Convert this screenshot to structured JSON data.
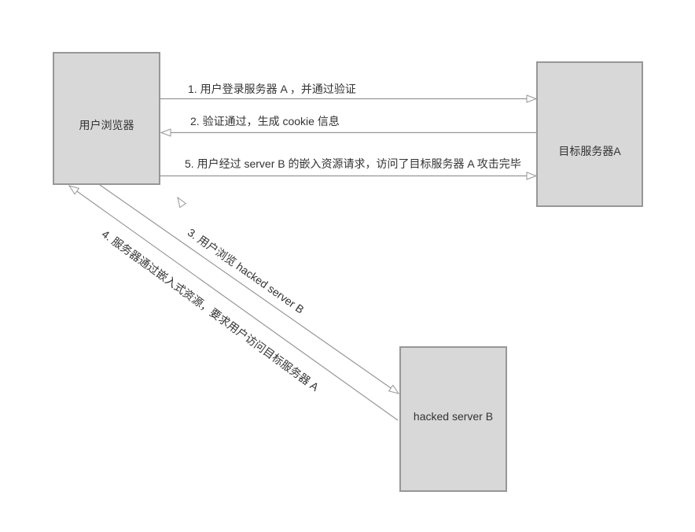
{
  "diagram": {
    "type": "sequence-flow",
    "background": "#ffffff",
    "colors": {
      "node_fill": "#d8d8d8",
      "node_border": "#979797",
      "arrow_line": "#979797",
      "arrowhead_fill": "#ffffff",
      "text": "#333333"
    },
    "nodes": [
      {
        "id": "user-browser",
        "label": "用户浏览器"
      },
      {
        "id": "target-server-a",
        "label": "目标服务器A"
      },
      {
        "id": "hacked-server-b",
        "label": "hacked server B"
      }
    ],
    "messages": [
      {
        "id": "msg-1",
        "label": "1. 用户登录服务器 A ，并通过验证",
        "from": "用户浏览器",
        "to": "目标服务器A",
        "direction": "right"
      },
      {
        "id": "msg-2",
        "label": "2. 验证通过，生成 cookie 信息",
        "from": "目标服务器A",
        "to": "用户浏览器",
        "direction": "left"
      },
      {
        "id": "msg-3",
        "label": "3. 用户浏览 hacked server B",
        "from": "用户浏览器",
        "to": "hacked server B",
        "direction": "down-right"
      },
      {
        "id": "msg-4",
        "label": "4. 服务器通过嵌入式资源，要求用户访问目标服务器 A",
        "from": "hacked server B",
        "to": "用户浏览器",
        "direction": "up-left"
      },
      {
        "id": "msg-5",
        "label": "5. 用户经过 server B 的嵌入资源请求，访问了目标服务器 A 攻击完毕",
        "from": "用户浏览器",
        "to": "目标服务器A",
        "direction": "right"
      }
    ]
  }
}
